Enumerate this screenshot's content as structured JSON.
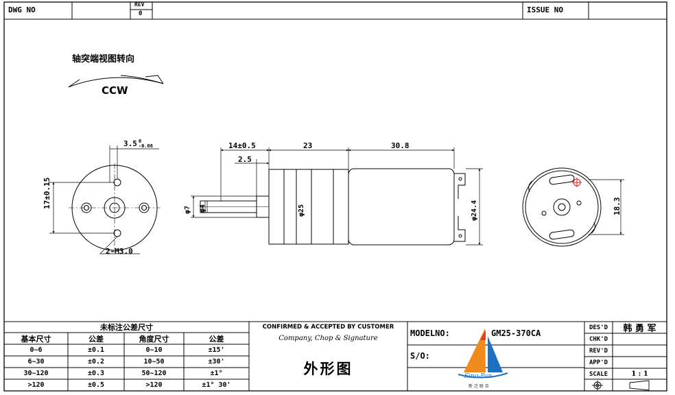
{
  "header": {
    "dwg_no_label": "DWG  NO",
    "rev_label": "REV",
    "rev_value": "0",
    "issue_no_label": "ISSUE  NO"
  },
  "rotation": {
    "note": "轴突端视图转向",
    "direction": "CCW"
  },
  "dims": {
    "hole_offset": "3.5",
    "hole_tol_upper": "0",
    "hole_tol_lower": "-0.06",
    "hole_spacing": "17±0.15",
    "mount_screws": "2-M3.0",
    "shaft_length": "14±0.5",
    "flat_length": "2.5",
    "gearbox_length": "23",
    "motor_length": "30.8",
    "boss_dia": "φ7",
    "shaft_dia": "φ4",
    "gearbox_dia": "φ25",
    "motor_dia": "φ24.4",
    "terminal_span": "18.3"
  },
  "tolerance": {
    "title": "未标注公差尺寸",
    "headers": [
      "基本尺寸",
      "公差",
      "角度尺寸",
      "公差"
    ],
    "rows": [
      [
        "0~6",
        "±0.1",
        "0~10",
        "±15'"
      ],
      [
        "6~30",
        "±0.2",
        "10~50",
        "±30'"
      ],
      [
        "30~120",
        "±0.3",
        "50~120",
        "±1°"
      ],
      [
        ">120",
        "±0.5",
        ">120",
        "±1° 30'"
      ]
    ]
  },
  "confirm": {
    "line1": "CONFIRMED & ACCEPTED BY CUSTOMER",
    "line2": "Company, Chop & Signature",
    "title": "外形图"
  },
  "model": {
    "label": "MODELNO:",
    "value": "GM25-370CA",
    "so_label": "S/O:",
    "logo_text": "Sino-Pan",
    "logo_sub": "新 泛 联 合"
  },
  "signoff": {
    "rows": [
      {
        "label": "DES'D",
        "value": "韩 勇 军"
      },
      {
        "label": "CHK'D",
        "value": ""
      },
      {
        "label": "REV'D",
        "value": ""
      },
      {
        "label": "APP'D",
        "value": ""
      },
      {
        "label": "SCALE",
        "value": "1 : 1"
      }
    ]
  },
  "colors": {
    "line": "#000000",
    "logo_orange": "#f08a1c",
    "logo_blue": "#1d6fc4",
    "logo_red": "#e23b2a",
    "marker_red": "#e0201a"
  }
}
